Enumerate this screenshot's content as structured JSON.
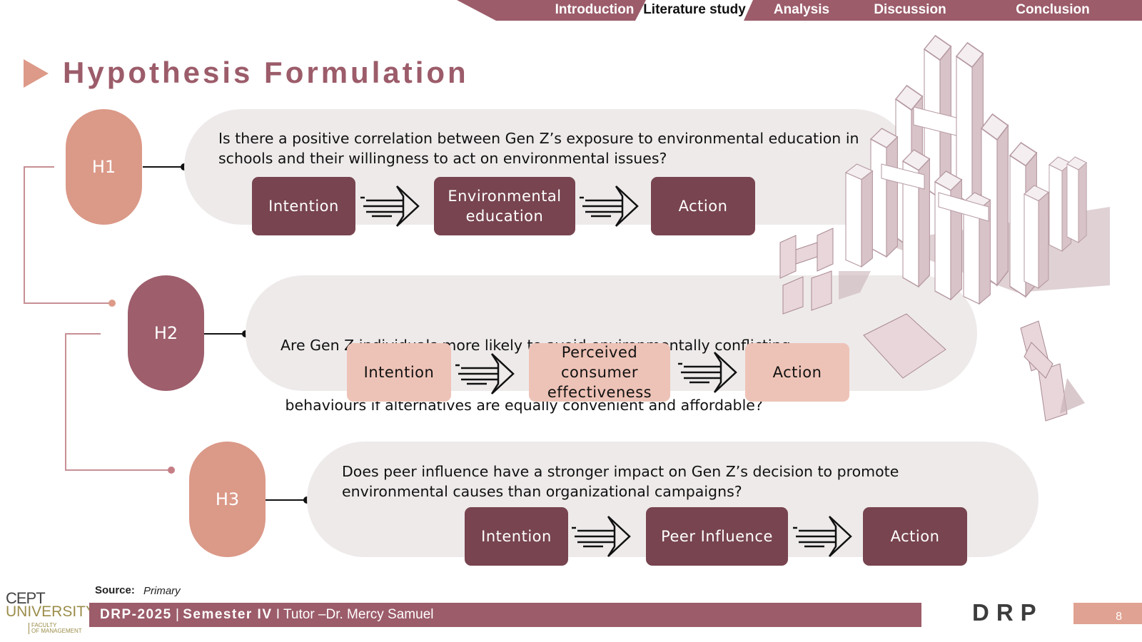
{
  "nav": {
    "tabs": [
      {
        "label": "Introduction"
      },
      {
        "label": "Literature study"
      },
      {
        "label": "Analysis"
      },
      {
        "label": "Discussion"
      },
      {
        "label": "Conclusion"
      }
    ],
    "active_tab": "Literature study"
  },
  "page_title": "Hypothesis Formulation",
  "hypotheses": [
    {
      "label": "H1",
      "question": "Is there a positive correlation between Gen Z’s exposure to environmental education in schools and their willingness to act on environmental issues?",
      "question_lines": [
        "Is there a positive correlation between Gen Z’s exposure to environmental education in",
        "schools and their willingness to act on environmental issues?"
      ],
      "steps": [
        "Intention",
        "Environmental education",
        "Action"
      ],
      "steps_display": [
        [
          "Intention"
        ],
        [
          "Environmental",
          "education"
        ],
        [
          "Action"
        ]
      ]
    },
    {
      "label": "H2",
      "question": "Are Gen Z individuals more likely to avoid environmentally conflicting behaviours if alternatives are equally convenient and affordable?",
      "question_lines": [
        "Are Gen Z individuals more likely to avoid environmentally conflicting",
        " behaviours if alternatives are equally convenient and affordable?"
      ],
      "steps": [
        "Intention",
        "Perceived consumer effectiveness",
        "Action"
      ],
      "steps_display": [
        [
          "Intention"
        ],
        [
          "Perceived",
          "consumer",
          "effectiveness"
        ],
        [
          "Action"
        ]
      ]
    },
    {
      "label": "H3",
      "question": "Does peer influence have a stronger impact on Gen Z’s decision to promote environmental causes than organizational campaigns?",
      "question_lines": [
        "Does peer influence have a stronger impact on Gen Z’s decision to promote",
        "environmental causes than organizational campaigns?"
      ],
      "steps": [
        "Intention",
        "Peer Influence",
        "Action"
      ],
      "steps_display": [
        [
          "Intention"
        ],
        [
          "Peer Influence"
        ],
        [
          "Action"
        ]
      ]
    }
  ],
  "source": {
    "label": "Source:",
    "value": "Primary"
  },
  "logo": {
    "line1": "CEPT",
    "line2": "UNIVERSITY",
    "line3": "FACULTY",
    "line4": "OF MANAGEMENT"
  },
  "footer": {
    "course": "DRP-2025",
    "semester": "Semester IV",
    "tutor": "Tutor –Dr. Mercy Samuel"
  },
  "brand": "DRP",
  "page_number": "8",
  "colors": {
    "plum": "#9c5c6a",
    "dark_plum": "#77444f",
    "salmon": "#db9988",
    "light_salmon": "#eec3b7",
    "bubble": "#eeeaea"
  }
}
